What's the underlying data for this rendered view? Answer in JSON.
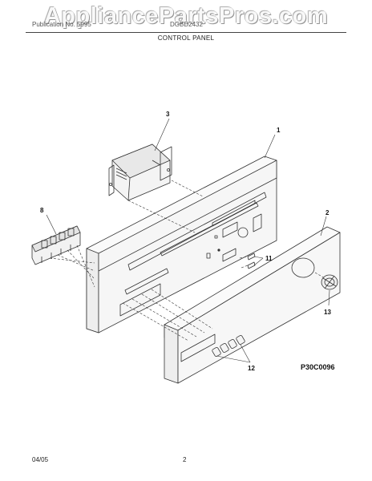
{
  "header": {
    "watermark": "AppliancePartsPros.com",
    "publication_label": "Publication No. 5995",
    "model_label": "DGBD2432",
    "section_title": "CONTROL PANEL"
  },
  "diagram": {
    "callouts": [
      "1",
      "2",
      "3",
      "8",
      "11",
      "12",
      "13"
    ],
    "figure_code": "P30C0096"
  },
  "footer": {
    "date": "04/05",
    "page": "2"
  }
}
